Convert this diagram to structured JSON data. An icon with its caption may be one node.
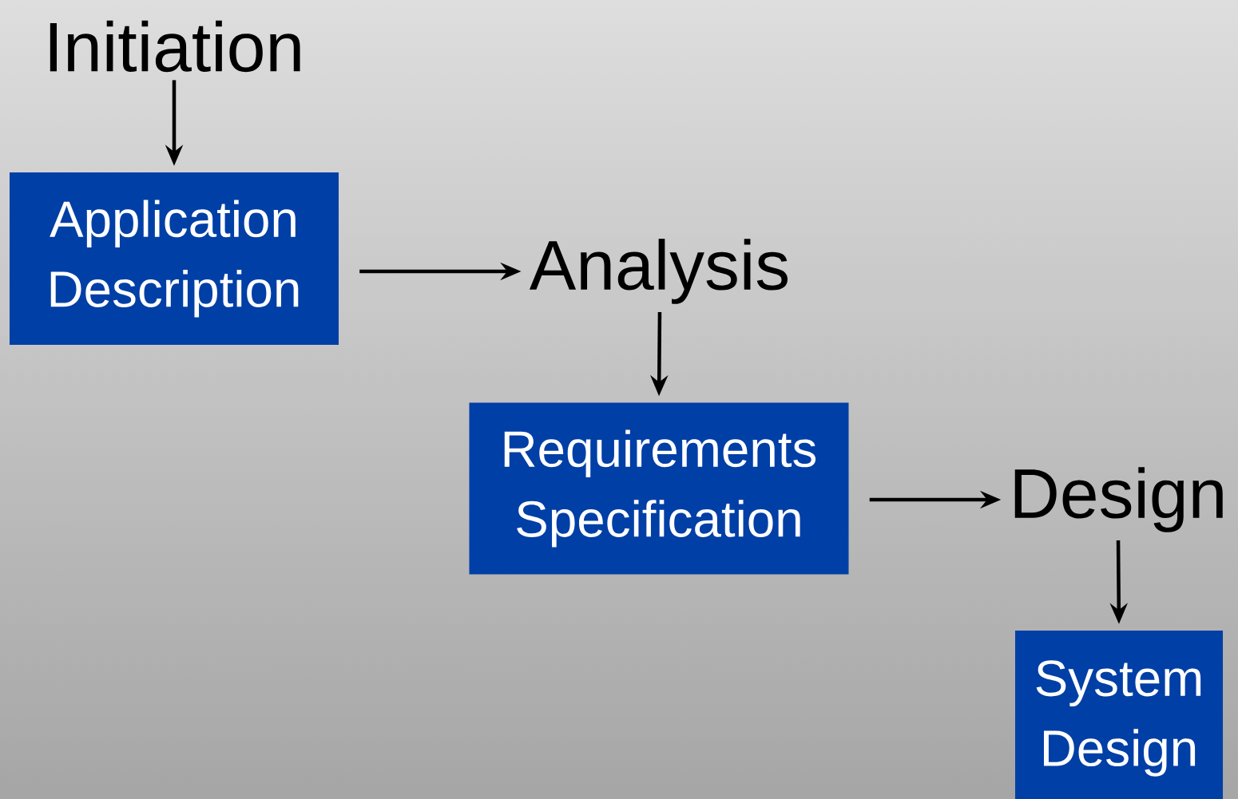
{
  "diagram": {
    "nodes": [
      {
        "text": [
          "Initiation"
        ]
      },
      {
        "text": [
          "Application Description"
        ]
      },
      {
        "text": [
          "Analysis"
        ]
      },
      {
        "text": [
          "Requirements Specification"
        ]
      },
      {
        "text": [
          "Design"
        ]
      },
      {
        "text": [
          "System Design"
        ]
      }
    ],
    "edges": [
      {
        "from": 0,
        "to": 1,
        "arrow": "to"
      },
      {
        "from": 1,
        "to": 2,
        "arrow": "to"
      },
      {
        "from": 2,
        "to": 3,
        "arrow": "to"
      },
      {
        "from": 3,
        "to": 4,
        "arrow": "to"
      },
      {
        "from": 4,
        "to": 5,
        "arrow": "to"
      }
    ]
  }
}
